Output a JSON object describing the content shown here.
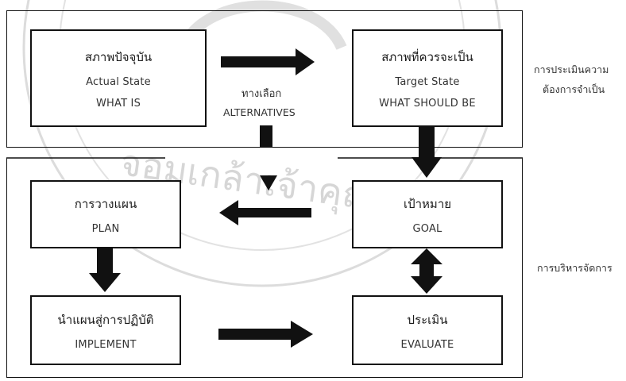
{
  "boxes": {
    "actual": {
      "thai": "สภาพปัจจุบัน",
      "eng1": "Actual State",
      "eng2": "WHAT IS"
    },
    "target": {
      "thai": "สภาพที่ควรจะเป็น",
      "eng1": "Target State",
      "eng2": "WHAT SHOULD BE"
    },
    "plan": {
      "thai": "การวางแผน",
      "eng": "PLAN"
    },
    "goal": {
      "thai": "เป้าหมาย",
      "eng": "GOAL"
    },
    "implement": {
      "thai": "นำแผนสู่การปฏิบัติ",
      "eng": "IMPLEMENT"
    },
    "evaluate": {
      "thai": "ประเมิน",
      "eng": "EVALUATE"
    }
  },
  "alternatives": {
    "thai": "ทางเลือก",
    "eng": "ALTERNATIVES"
  },
  "side_labels": {
    "needs_assessment_line1": "การประเมินความ",
    "needs_assessment_line2": "ต้องการจำเป็น",
    "management": "การบริหารจัดการ"
  },
  "watermark_text": "จอมเกล้าเจ้าคุณทหาร",
  "colors": {
    "line": "#111111",
    "watermark": "#cfcfcf"
  }
}
